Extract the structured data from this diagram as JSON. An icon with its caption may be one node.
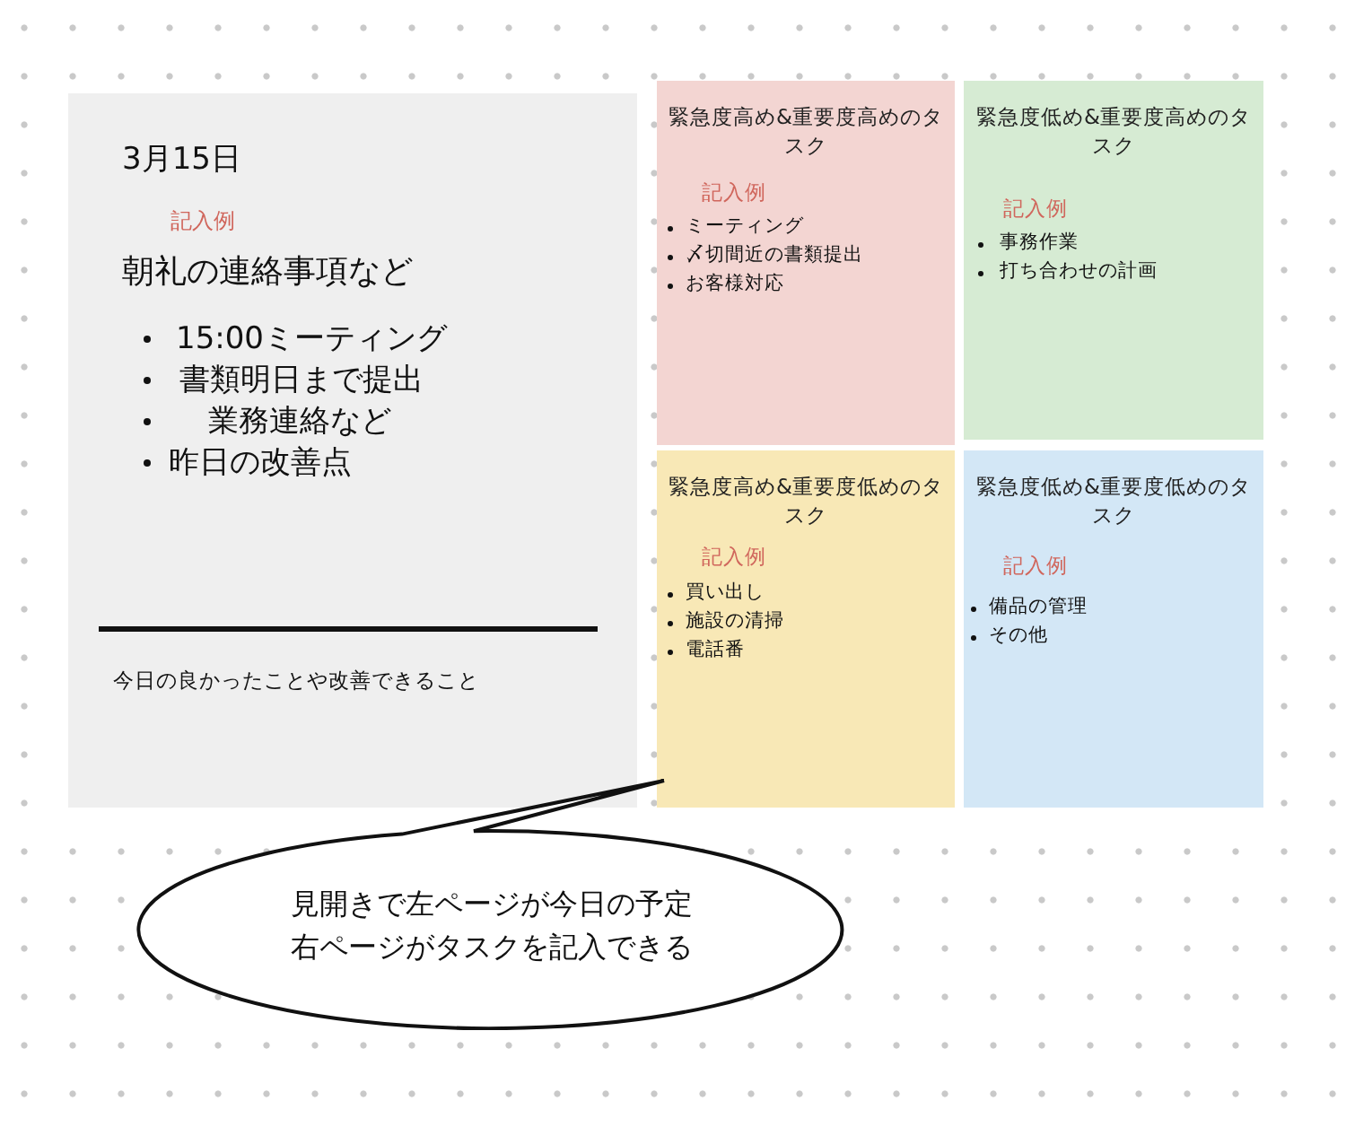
{
  "diagram": {
    "nodes": [
      {
        "text": [
          "3月15日",
          "記入例",
          "朝礼の連絡事項など",
          "15:00ミーティング",
          "書類明日まで提出",
          "業務連絡など",
          "昨日の改善点",
          "今日の良かったことや改善できること"
        ]
      },
      {
        "text": [
          "緊急度高め&重要度高めのタスク",
          "記入例",
          "ミーティング",
          "〆切間近の書類提出",
          "お客様対応"
        ]
      },
      {
        "text": [
          "緊急度低め&重要度高めのタスク",
          "記入例",
          "事務作業",
          "打ち合わせの計画"
        ]
      },
      {
        "text": [
          "緊急度高め&重要度低めのタスク",
          "記入例",
          "買い出し",
          "施設の清掃",
          "電話番"
        ]
      },
      {
        "text": [
          "緊急度低め&重要度低めのタスク",
          "記入例",
          "備品の管理",
          "その他"
        ]
      },
      {
        "text": [
          "見開きで左ページが今日の予定",
          "右ページがタスクを記入できる"
        ]
      }
    ]
  }
}
